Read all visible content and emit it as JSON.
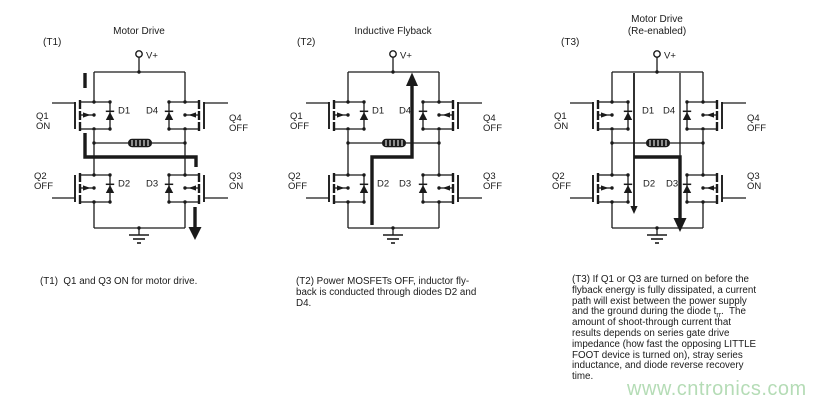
{
  "page": {
    "background": "#ffffff",
    "line_color": "#1a1a1a",
    "watermark": {
      "text": "www.cntronics.com",
      "color": "#b5dcb6"
    }
  },
  "panels": [
    {
      "tag": "(T1)",
      "title_lines": [
        "Motor Drive"
      ],
      "supply_label": "V+",
      "transistors": {
        "q1": {
          "name": "Q1",
          "state": "ON"
        },
        "q2": {
          "name": "Q2",
          "state": "OFF"
        },
        "q3": {
          "name": "Q3",
          "state": "ON"
        },
        "q4": {
          "name": "Q4",
          "state": "OFF"
        }
      },
      "diodes": {
        "d1": "D1",
        "d2": "D2",
        "d3": "D3",
        "d4": "D4"
      },
      "current_path": "q1-q3-motor-drive-current",
      "caption_lines": [
        "(T1)  Q1 and Q3 ON for motor drive."
      ]
    },
    {
      "tag": "(T2)",
      "title_lines": [
        "Inductive Flyback"
      ],
      "supply_label": "V+",
      "transistors": {
        "q1": {
          "name": "Q1",
          "state": "OFF"
        },
        "q2": {
          "name": "Q2",
          "state": "OFF"
        },
        "q3": {
          "name": "Q3",
          "state": "OFF"
        },
        "q4": {
          "name": "Q4",
          "state": "OFF"
        }
      },
      "diodes": {
        "d1": "D1",
        "d2": "D2",
        "d3": "D3",
        "d4": "D4"
      },
      "current_path": "flyback-current-through-d2-d4",
      "caption_lines": [
        "(T2) Power MOSFETs OFF, inductor fly-",
        "back is conducted through diodes D2 and",
        "D4."
      ]
    },
    {
      "tag": "(T3)",
      "title_lines": [
        "Motor Drive",
        "(Re-enabled)"
      ],
      "supply_label": "V+",
      "transistors": {
        "q1": {
          "name": "Q1",
          "state": "ON"
        },
        "q2": {
          "name": "Q2",
          "state": "OFF"
        },
        "q3": {
          "name": "Q3",
          "state": "ON"
        },
        "q4": {
          "name": "Q4",
          "state": "OFF"
        }
      },
      "diodes": {
        "d1": "D1",
        "d2": "D2",
        "d3": "D3",
        "d4": "D4"
      },
      "current_path": "shoot-through-current",
      "caption_lines": [
        "(T3) If Q1 or Q3 are turned on before the",
        "flyback energy is fully dissipated, a current",
        "path will exist between the power supply",
        "and the ground during the diode t{rr}.  The",
        "amount of shoot-through current that",
        "results depends on series gate drive",
        "impedance (how fast the opposing LITTLE",
        "FOOT device is turned on), stray series",
        "inductance, and diode reverse recovery",
        "time."
      ]
    }
  ]
}
